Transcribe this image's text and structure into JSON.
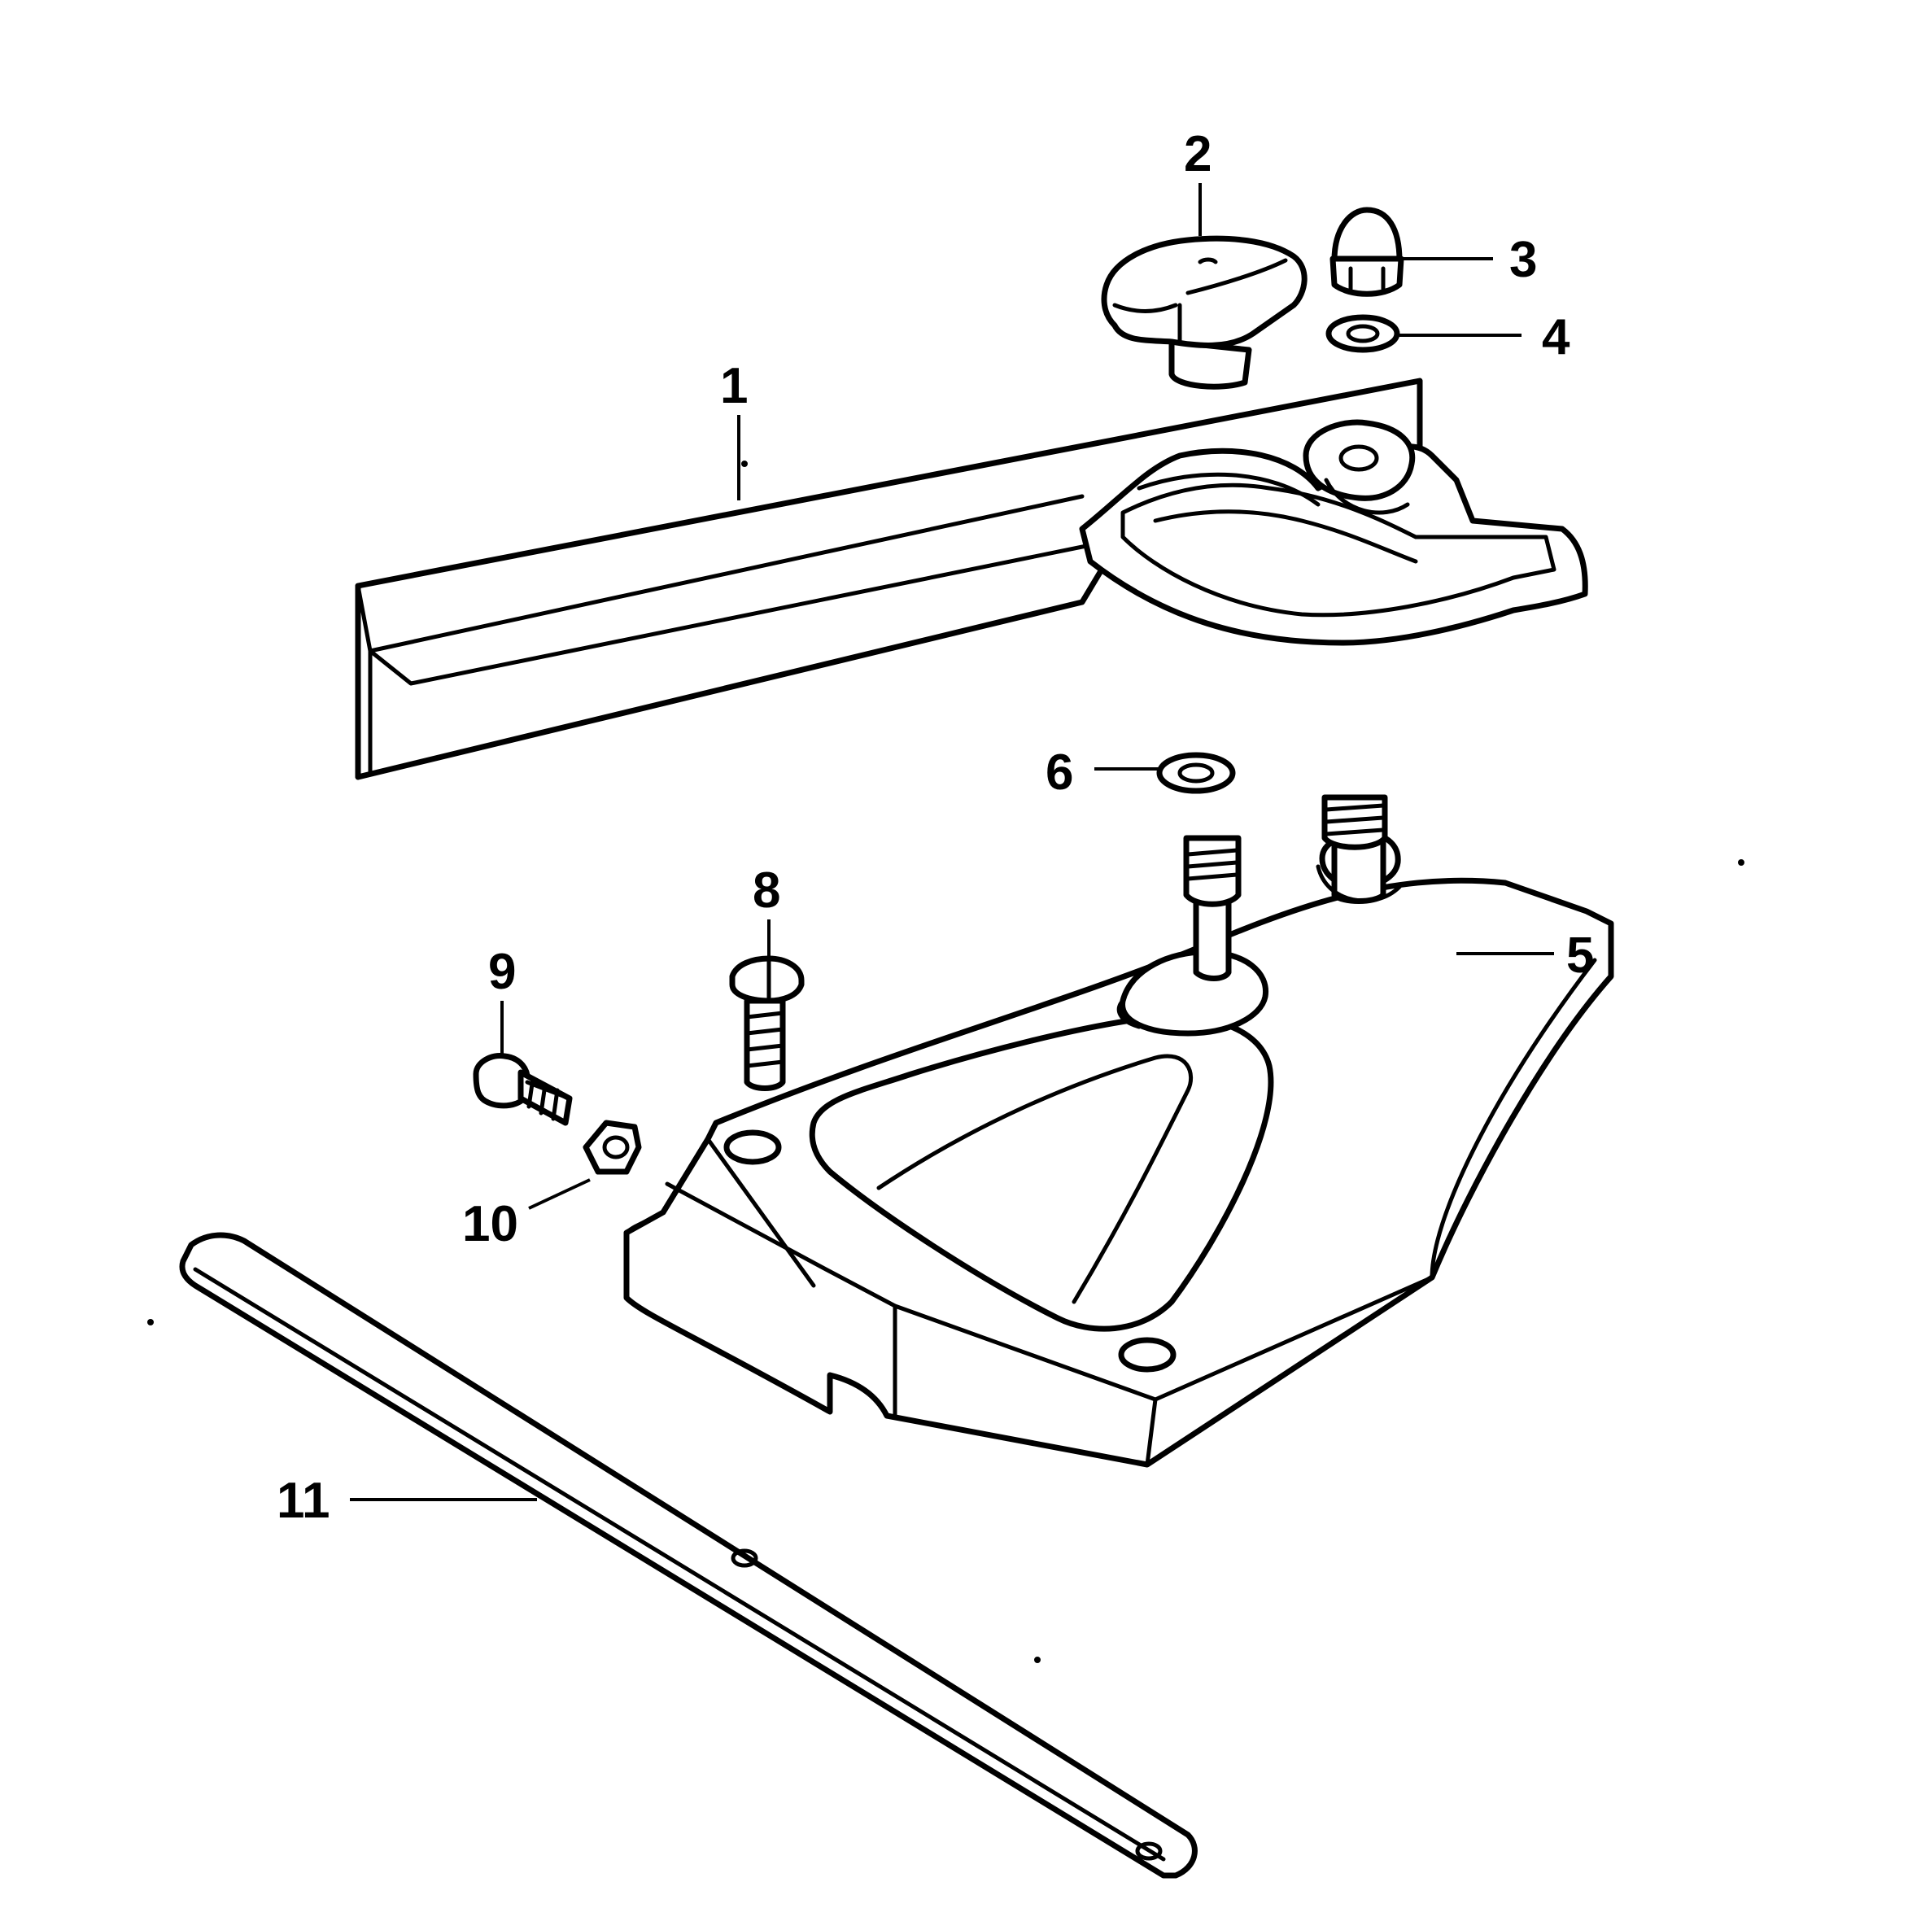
{
  "callouts": [
    {
      "id": "1",
      "label": "1"
    },
    {
      "id": "2",
      "label": "2"
    },
    {
      "id": "3",
      "label": "3"
    },
    {
      "id": "4",
      "label": "4"
    },
    {
      "id": "5",
      "label": "5"
    },
    {
      "id": "6",
      "label": "6"
    },
    {
      "id": "8",
      "label": "8"
    },
    {
      "id": "9",
      "label": "9"
    },
    {
      "id": "10",
      "label": "10"
    },
    {
      "id": "11",
      "label": "11"
    }
  ],
  "colors": {
    "line": "#000000",
    "background": "#ffffff"
  }
}
